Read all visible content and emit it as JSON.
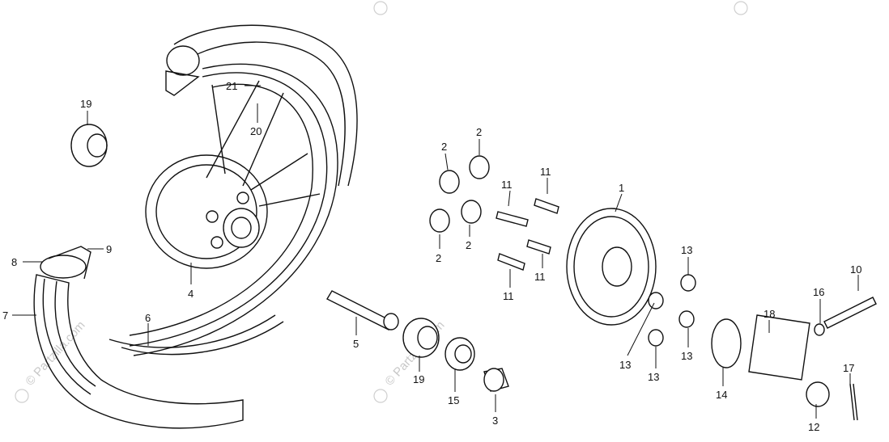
{
  "callouts": [
    {
      "id": "c1",
      "label": "1"
    },
    {
      "id": "c2a",
      "label": "2"
    },
    {
      "id": "c2b",
      "label": "2"
    },
    {
      "id": "c2c",
      "label": "2"
    },
    {
      "id": "c2d",
      "label": "2"
    },
    {
      "id": "c3",
      "label": "3"
    },
    {
      "id": "c4",
      "label": "4"
    },
    {
      "id": "c5",
      "label": "5"
    },
    {
      "id": "c6",
      "label": "6"
    },
    {
      "id": "c7",
      "label": "7"
    },
    {
      "id": "c8",
      "label": "8"
    },
    {
      "id": "c9",
      "label": "9"
    },
    {
      "id": "c10",
      "label": "10"
    },
    {
      "id": "c11a",
      "label": "11"
    },
    {
      "id": "c11b",
      "label": "11"
    },
    {
      "id": "c11c",
      "label": "11"
    },
    {
      "id": "c11d",
      "label": "11"
    },
    {
      "id": "c12",
      "label": "12"
    },
    {
      "id": "c13a",
      "label": "13"
    },
    {
      "id": "c13b",
      "label": "13"
    },
    {
      "id": "c13c",
      "label": "13"
    },
    {
      "id": "c13d",
      "label": "13"
    },
    {
      "id": "c14",
      "label": "14"
    },
    {
      "id": "c15",
      "label": "15"
    },
    {
      "id": "c16",
      "label": "16"
    },
    {
      "id": "c17",
      "label": "17"
    },
    {
      "id": "c18",
      "label": "18"
    },
    {
      "id": "c19a",
      "label": "19"
    },
    {
      "id": "c19b",
      "label": "19"
    },
    {
      "id": "c20",
      "label": "20"
    },
    {
      "id": "c21",
      "label": "21"
    }
  ],
  "watermark": {
    "text": "© Partzilla.com",
    "color": "#c8c8c8"
  },
  "colors": {
    "ink": "#111111",
    "background": "#ffffff"
  }
}
